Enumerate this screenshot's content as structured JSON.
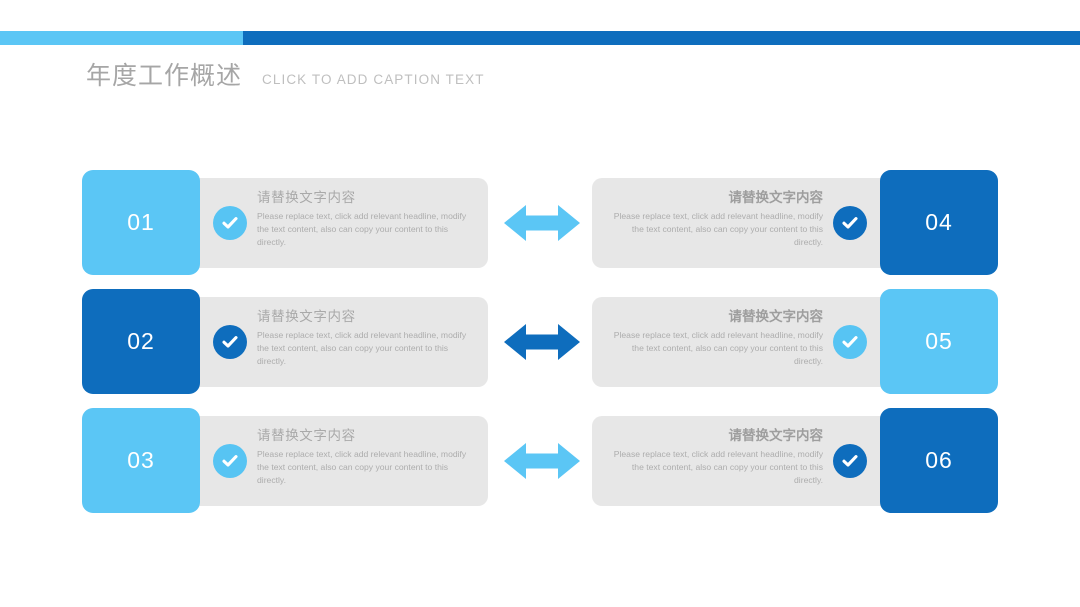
{
  "slide": {
    "background": "#FFFFFF",
    "top_bar": {
      "light_color": "#5BC6F5",
      "dark_color": "#0E6DBD"
    },
    "header": {
      "title": "年度工作概述",
      "caption": "CLICK TO ADD CAPTION TEXT",
      "title_color": "#A6A6A6",
      "caption_color": "#BFBFBF"
    }
  },
  "colors": {
    "light_blue": "#5BC6F5",
    "dark_blue": "#0E6DBD",
    "panel_gray": "#E7E7E7",
    "text_gray": "#ADADAD"
  },
  "rows": [
    {
      "arrow_icon": "double-arrow-icon",
      "arrow_tone": "light",
      "left": {
        "number": "01",
        "tone": "light",
        "check_icon": "check-circle-icon",
        "heading": "请替换文字内容",
        "body": "Please replace text, click add relevant headline, modify the text content, also can copy your content to this directly."
      },
      "right": {
        "number": "04",
        "tone": "dark",
        "check_icon": "check-circle-icon",
        "heading": "请替换文字内容",
        "body": "Please replace text, click add relevant headline, modify the text content, also can copy your content to this directly."
      }
    },
    {
      "arrow_icon": "double-arrow-icon",
      "arrow_tone": "dark",
      "left": {
        "number": "02",
        "tone": "dark",
        "check_icon": "check-circle-icon",
        "heading": "请替换文字内容",
        "body": "Please replace text, click add relevant headline, modify the text content, also can copy your content to this directly."
      },
      "right": {
        "number": "05",
        "tone": "light",
        "check_icon": "check-circle-icon",
        "heading": "请替换文字内容",
        "body": "Please replace text, click add relevant headline, modify the text content, also can copy your content to this directly."
      }
    },
    {
      "arrow_icon": "double-arrow-icon",
      "arrow_tone": "light",
      "left": {
        "number": "03",
        "tone": "light",
        "check_icon": "check-circle-icon",
        "heading": "请替换文字内容",
        "body": "Please replace text, click add relevant headline, modify the text content, also can copy your content to this directly."
      },
      "right": {
        "number": "06",
        "tone": "dark",
        "check_icon": "check-circle-icon",
        "heading": "请替换文字内容",
        "body": "Please replace text, click add relevant headline, modify the text content, also can copy your content to this directly."
      }
    }
  ]
}
